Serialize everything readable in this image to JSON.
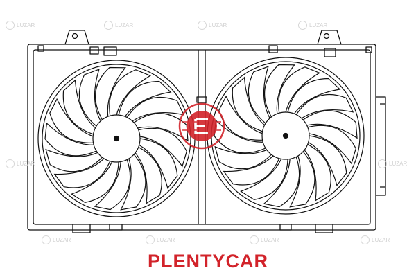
{
  "brand": {
    "text": "PLENTYCAR",
    "color": "#d2232a"
  },
  "watermark": {
    "text": "LUZAR"
  },
  "colors": {
    "line": "#111111",
    "stamp": "#d2232a"
  },
  "fans": [
    {
      "name": "left-fan",
      "blades": 17
    },
    {
      "name": "right-fan",
      "blades": 17
    }
  ]
}
